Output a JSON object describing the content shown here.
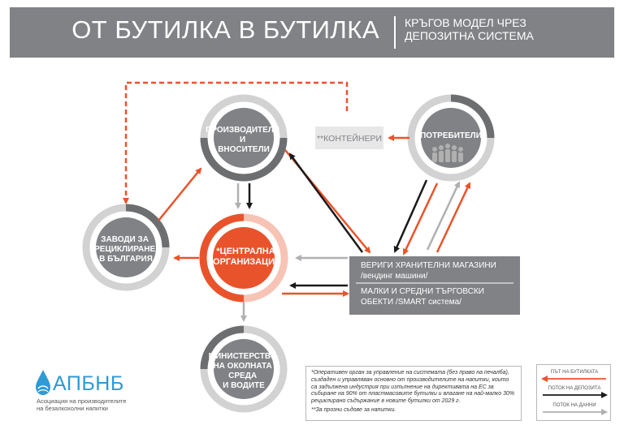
{
  "header": {
    "title": "ОТ БУТИЛКА В БУТИЛКА",
    "subtitle_line1": "КРЪГОВ МОДЕЛ ЧРЕЗ",
    "subtitle_line2": "ДЕПОЗИТНА СИСТЕМА"
  },
  "nodes": {
    "producers": [
      "ПРОИЗВОДИТЕЛИ",
      "И",
      "ВНОСИТЕЛИ"
    ],
    "consumers": [
      "ПОТРЕБИТЕЛИ"
    ],
    "central": [
      "*ЦЕНТРАЛНА",
      "ОРГАНИЗАЦИЯ"
    ],
    "recycling": [
      "ЗАВОДИ ЗА",
      "РЕЦИКЛИРАНЕ",
      "В БЪЛГАРИЯ"
    ],
    "ministry": [
      "МИНИСТЕРСТВО",
      "НА ОКОЛНАТА",
      "СРЕДА",
      "И ВОДИТЕ"
    ]
  },
  "containers_label": "**КОНТЕЙНЕРИ",
  "retail_box": {
    "line1": "ВЕРИГИ ХРАНИТЕЛНИ МАГАЗИНИ",
    "line2": "/вендинг машини/",
    "line3": "МАЛКИ И СРЕДНИ ТЪРГОВСКИ",
    "line4": "ОБЕКТИ /SMART система/"
  },
  "note": {
    "para1": "*Оперативен орган за управление на системата (без право на печалба), създаден и управляван основно от производителите на напитки, които са задължена индустрия при изпълнение на директивата на ЕС за събиране на 90% от пластмасовите бутилки и влагане на най-малко 30% рециклирано съдържание в новите бутилки от 2029 г.",
    "para2": "**За прозни съдове за напитки."
  },
  "legend": {
    "bottle_path": "ПЪТ НА БУТИЛКАТА",
    "deposit_flow": "ПОТОК НА ДЕПОЗИТА",
    "data_flow": "ПОТОК НА ДАННИ"
  },
  "logo": {
    "name": "АПБНБ",
    "tagline_line1": "Асоциация на производителите",
    "tagline_line2": "на безалкохолни напитки"
  },
  "colors": {
    "orange": "#e9532b",
    "dark_gray": "#808285",
    "light_gray": "#b0b0b0",
    "black": "#1a1a1a",
    "logo_blue": "#2e9ad6"
  }
}
